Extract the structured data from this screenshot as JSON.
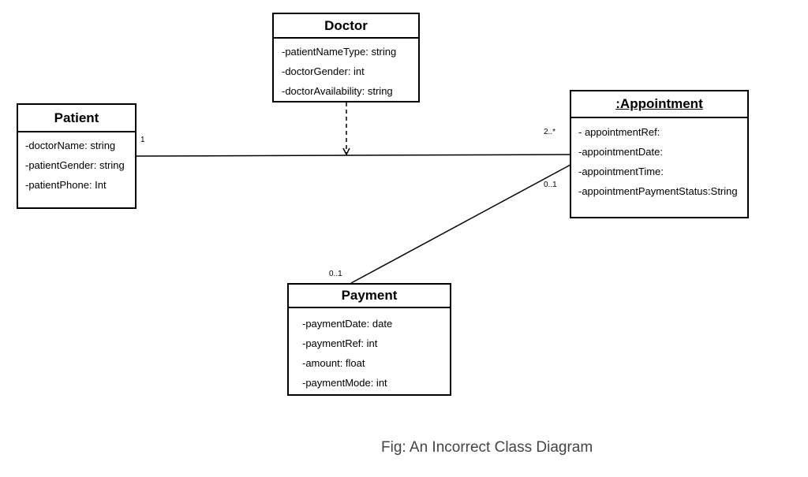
{
  "classes": {
    "doctor": {
      "name": "Doctor",
      "attributes": [
        "-patientNameType: string",
        "-doctorGender: int",
        "-doctorAvailability: string"
      ]
    },
    "patient": {
      "name": "Patient",
      "attributes": [
        "-doctorName: string",
        "-patientGender: string",
        "-patientPhone: Int"
      ]
    },
    "appointment": {
      "name": ":Appointment",
      "attributes": [
        "- appointmentRef:",
        "-appointmentDate:",
        "-appointmentTime:",
        "-appointmentPaymentStatus:String"
      ]
    },
    "payment": {
      "name": "Payment",
      "attributes": [
        "-paymentDate: date",
        "-paymentRef: int",
        "-amount: float",
        "-paymentMode: int"
      ]
    }
  },
  "associations": [
    {
      "from": "Patient",
      "to": ":Appointment",
      "from_multiplicity": "1",
      "to_multiplicity": "2..*"
    },
    {
      "from": ":Appointment",
      "to": "Payment",
      "from_multiplicity": "0..1",
      "to_multiplicity": "0..1"
    },
    {
      "from": "Doctor",
      "to": "Patient–Appointment association",
      "style": "dashed dependency"
    }
  ],
  "caption": "Fig: An Incorrect Class Diagram"
}
